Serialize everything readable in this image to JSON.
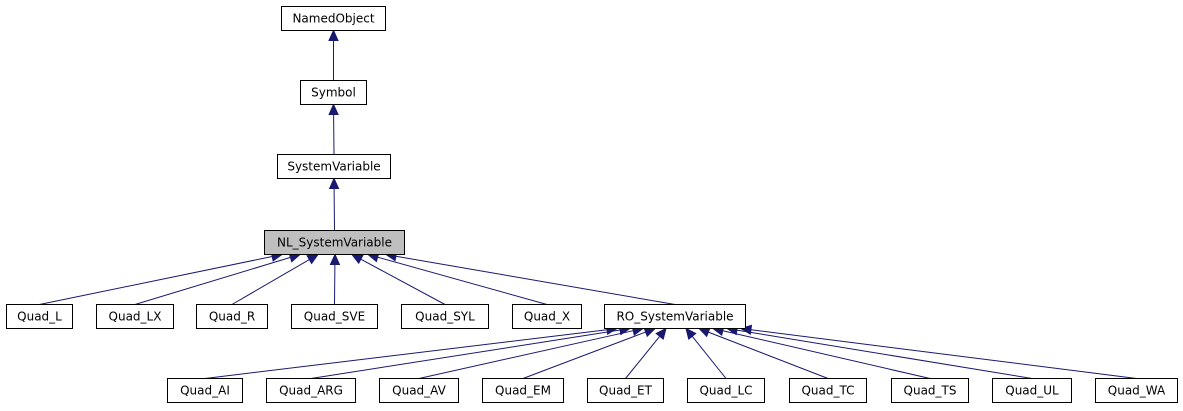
{
  "colors": {
    "edge": "#191970",
    "node_border": "#000000",
    "node_fill": "#ffffff",
    "highlight_fill": "#bfbfbf"
  },
  "nodes": {
    "named_object": "NamedObject",
    "symbol": "Symbol",
    "system_variable": "SystemVariable",
    "nl_system_variable": "NL_SystemVariable",
    "quad_l": "Quad_L",
    "quad_lx": "Quad_LX",
    "quad_r": "Quad_R",
    "quad_sve": "Quad_SVE",
    "quad_syl": "Quad_SYL",
    "quad_x": "Quad_X",
    "ro_system_variable": "RO_SystemVariable",
    "quad_ai": "Quad_AI",
    "quad_arg": "Quad_ARG",
    "quad_av": "Quad_AV",
    "quad_em": "Quad_EM",
    "quad_et": "Quad_ET",
    "quad_lc": "Quad_LC",
    "quad_tc": "Quad_TC",
    "quad_ts": "Quad_TS",
    "quad_ul": "Quad_UL",
    "quad_wa": "Quad_WA"
  },
  "highlighted": "nl_system_variable",
  "edges": [
    [
      "symbol",
      "named_object"
    ],
    [
      "system_variable",
      "symbol"
    ],
    [
      "nl_system_variable",
      "system_variable"
    ],
    [
      "quad_l",
      "nl_system_variable"
    ],
    [
      "quad_lx",
      "nl_system_variable"
    ],
    [
      "quad_r",
      "nl_system_variable"
    ],
    [
      "quad_sve",
      "nl_system_variable"
    ],
    [
      "quad_syl",
      "nl_system_variable"
    ],
    [
      "quad_x",
      "nl_system_variable"
    ],
    [
      "ro_system_variable",
      "nl_system_variable"
    ],
    [
      "quad_ai",
      "ro_system_variable"
    ],
    [
      "quad_arg",
      "ro_system_variable"
    ],
    [
      "quad_av",
      "ro_system_variable"
    ],
    [
      "quad_em",
      "ro_system_variable"
    ],
    [
      "quad_et",
      "ro_system_variable"
    ],
    [
      "quad_lc",
      "ro_system_variable"
    ],
    [
      "quad_tc",
      "ro_system_variable"
    ],
    [
      "quad_ts",
      "ro_system_variable"
    ],
    [
      "quad_ul",
      "ro_system_variable"
    ],
    [
      "quad_wa",
      "ro_system_variable"
    ]
  ]
}
